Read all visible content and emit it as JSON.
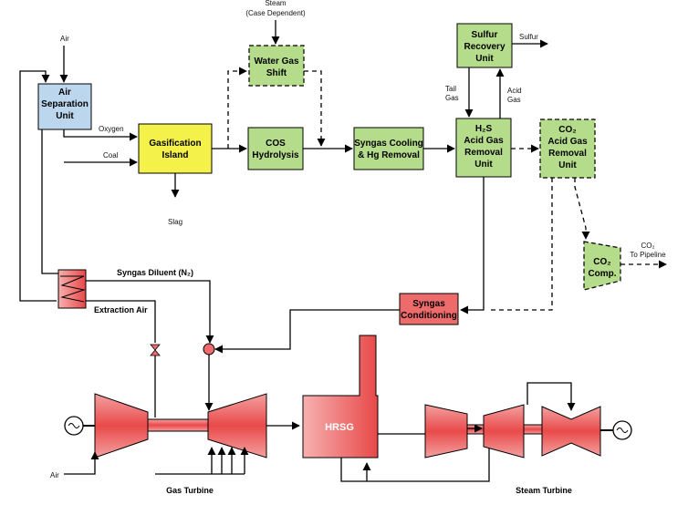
{
  "colors": {
    "blue": "#bcd6ee",
    "yellow": "#f4f14a",
    "green": "#b5dc8a",
    "red": "#ee6b6b",
    "red_light": "#f7b5b5"
  },
  "blocks": {
    "air_separation": [
      "Air",
      "Separation",
      "Unit"
    ],
    "gasification": [
      "Gasification",
      "Island"
    ],
    "water_gas_shift": [
      "Water Gas",
      "Shift"
    ],
    "cos_hydrolysis": [
      "COS",
      "Hydrolysis"
    ],
    "syngas_cooling": [
      "Syngas Cooling",
      "& Hg Removal"
    ],
    "h2s_removal": [
      "H₂S",
      "Acid Gas",
      "Removal",
      "Unit"
    ],
    "co2_removal": [
      "CO₂",
      "Acid Gas",
      "Removal",
      "Unit"
    ],
    "sulfur_recovery": [
      "Sulfur",
      "Recovery",
      "Unit"
    ],
    "co2_comp": [
      "CO₂",
      "Comp."
    ],
    "syngas_conditioning": [
      "Syngas",
      "Conditioning"
    ],
    "hrsg": "HRSG"
  },
  "labels": {
    "air_top": "Air",
    "oxygen": "Oxygen",
    "coal": "Coal",
    "slag": "Slag",
    "steam": [
      "Steam",
      "(Case Dependent)"
    ],
    "sulfur": "Sulfur",
    "tail_gas": [
      "Tail",
      "Gas"
    ],
    "acid_gas": [
      "Acid",
      "Gas"
    ],
    "co2_pipeline": [
      "CO₂",
      "To Pipeline"
    ],
    "syngas_diluent": "Syngas Diluent (N₂)",
    "extraction_air": "Extraction Air",
    "air_bottom": "Air",
    "gas_turbine": "Gas Turbine",
    "steam_turbine": "Steam Turbine"
  }
}
